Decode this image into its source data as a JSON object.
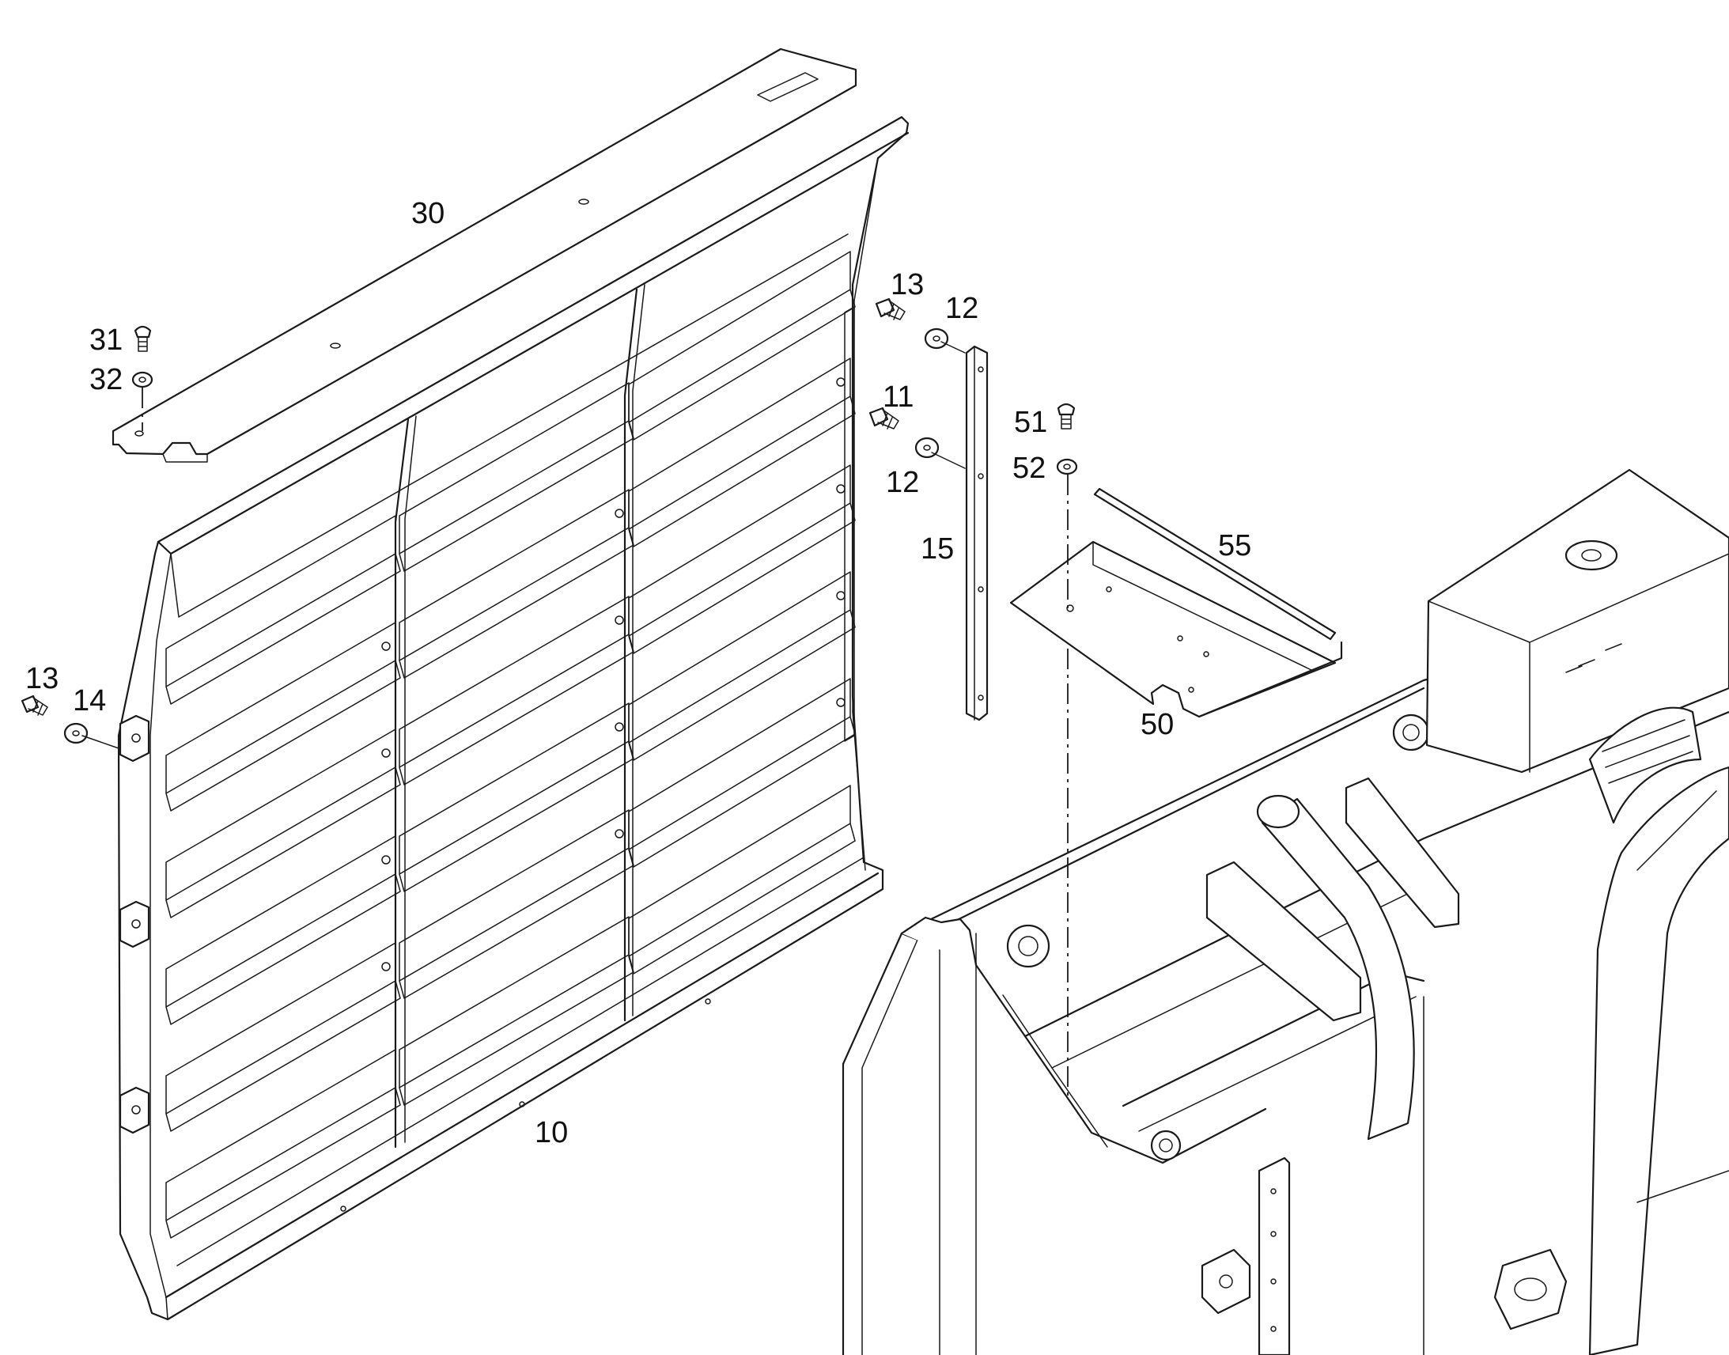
{
  "colors": {
    "line": "#1a1a1a",
    "background": "#ffffff"
  },
  "labels": {
    "cover_plate": "30",
    "screw_31": "31",
    "washer_32": "32",
    "screw_13_right": "13",
    "washer_12_top": "12",
    "screw_11": "11",
    "washer_12_bottom": "12",
    "strip_15": "15",
    "screw_51": "51",
    "washer_52": "52",
    "seal_55": "55",
    "bracket_50": "50",
    "screw_13_left": "13",
    "washer_14": "14",
    "grille_10": "10"
  }
}
